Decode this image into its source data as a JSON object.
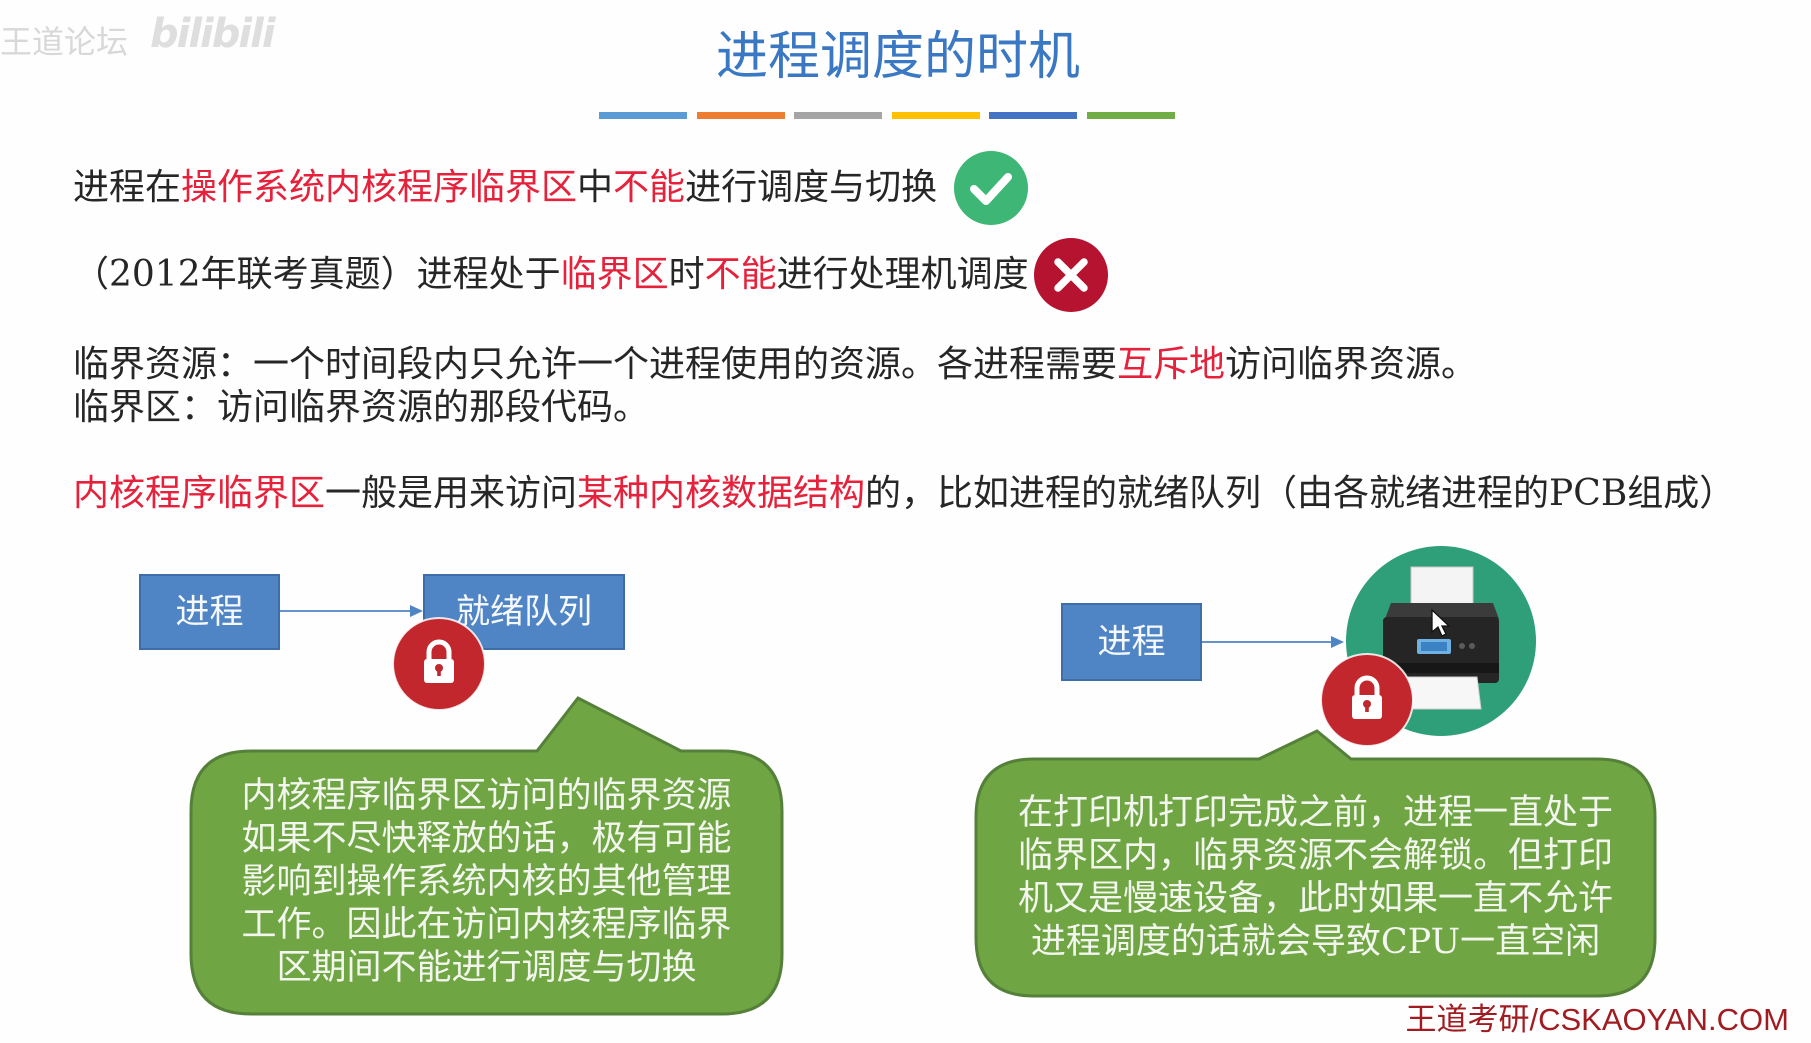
{
  "watermark": {
    "forum_name": "王道论坛",
    "video_site_logo": "bilibili"
  },
  "title": "进程调度的时机",
  "colors": {
    "title": "#3a78c3",
    "body_text": "#262626",
    "highlight": "#e5213b",
    "title_bar": [
      "#5b9bd5",
      "#ed7d31",
      "#a5a5a5",
      "#ffc000",
      "#4472c4",
      "#70ad47"
    ],
    "process_box": "#4f85c5",
    "bubble": "#6fa543",
    "lock": "#c1272d",
    "check": "#3eb676",
    "cross": "#b5132f",
    "printer_badge": "#2f9f7a",
    "footer": "#a01c20"
  },
  "statements": [
    {
      "verdict_icon": "check-icon",
      "segments": [
        {
          "text": "进程在",
          "highlight": false
        },
        {
          "text": "操作系统内核程序临界区",
          "highlight": true
        },
        {
          "text": "中",
          "highlight": false
        },
        {
          "text": "不能",
          "highlight": true
        },
        {
          "text": "进行调度与切换",
          "highlight": false
        }
      ]
    },
    {
      "verdict_icon": "x-icon",
      "segments": [
        {
          "text": "（2012年联考真题）进程处于",
          "highlight": false
        },
        {
          "text": "临界区",
          "highlight": true
        },
        {
          "text": "时",
          "highlight": false
        },
        {
          "text": "不能",
          "highlight": true
        },
        {
          "text": "进行处理机调度",
          "highlight": false
        }
      ]
    }
  ],
  "definitions": [
    {
      "segments": [
        {
          "text": "临界资源：一个时间段内只允许一个进程使用的资源。各进程需要",
          "highlight": false
        },
        {
          "text": "互斥地",
          "highlight": true
        },
        {
          "text": "访问临界资源。",
          "highlight": false
        }
      ]
    },
    {
      "segments": [
        {
          "text": "临界区：访问临界资源的那段代码。",
          "highlight": false
        }
      ]
    }
  ],
  "note": {
    "segments": [
      {
        "text": "内核程序临界区",
        "highlight": true
      },
      {
        "text": "一般是用来访问",
        "highlight": false
      },
      {
        "text": "某种内核数据结构",
        "highlight": true
      },
      {
        "text": "的，比如进程的就绪队列（由各就绪进程的PCB组成）",
        "highlight": false
      }
    ]
  },
  "kernel_example": {
    "process_label": "进程",
    "queue_label": "就绪队列",
    "lock_icon": "lock-icon",
    "bubble_lines": [
      "内核程序临界区访问的临界资源",
      "如果不尽快释放的话，极有可能",
      "影响到操作系统内核的其他管理",
      "工作。因此在访问内核程序临界",
      "区期间不能进行调度与切换"
    ]
  },
  "printer_example": {
    "process_label": "进程",
    "device_icon": "printer-icon",
    "lock_icon": "lock-icon",
    "bubble_lines": [
      "在打印机打印完成之前，进程一直处于",
      "临界区内，临界资源不会解锁。但打印",
      "机又是慢速设备，此时如果一直不允许",
      "进程调度的话就会导致CPU一直空闲"
    ]
  },
  "footer": "王道考研/CSKAOYAN.COM"
}
